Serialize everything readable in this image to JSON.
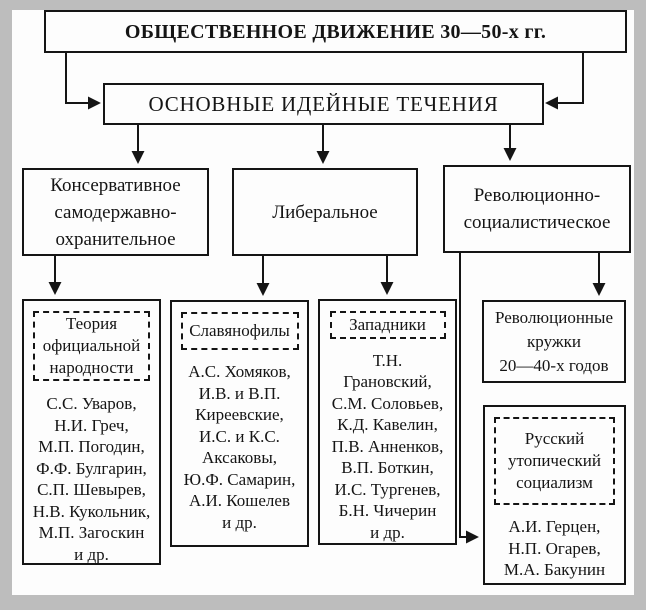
{
  "colors": {
    "frame": "#bdbdbd",
    "panel": "#fdfdfd",
    "line": "#151515"
  },
  "top_box": {
    "title": "ОБЩЕСТВЕННОЕ ДВИЖЕНИЕ 30—50-х гг."
  },
  "main_box": {
    "title": "ОСНОВНЫЕ ИДЕЙНЫЕ ТЕЧЕНИЯ"
  },
  "branches": {
    "conservative": {
      "lines": [
        "Консервативное",
        "самодержавно-",
        "охранительное"
      ]
    },
    "liberal": {
      "lines": [
        "Либеральное"
      ]
    },
    "revolutionary": {
      "lines": [
        "Революционно-",
        "социалистическое"
      ]
    }
  },
  "groups": {
    "official_nationality": {
      "header_lines": [
        "Теория",
        "официальной",
        "народности"
      ],
      "members": [
        "С.С. Уваров,",
        "Н.И. Греч,",
        "М.П. Погодин,",
        "Ф.Ф. Булгарин,",
        "С.П. Шевырев,",
        "Н.В. Кукольник,",
        "М.П. Загоскин",
        "и др."
      ]
    },
    "slavophiles": {
      "header_lines": [
        "Славянофилы"
      ],
      "members": [
        "А.С. Хомяков,",
        "И.В. и В.П.",
        "Киреевские,",
        "И.С. и К.С.",
        "Аксаковы,",
        "Ю.Ф. Самарин,",
        "А.И. Кошелев",
        "и др."
      ]
    },
    "westernizers": {
      "header_lines": [
        "Западники"
      ],
      "members": [
        "Т.Н.",
        "Грановский,",
        "С.М. Соловьев,",
        "К.Д. Кавелин,",
        "П.В. Анненков,",
        "В.П. Боткин,",
        "И.С. Тургенев,",
        "Б.Н. Чичерин",
        "и др."
      ]
    },
    "revolutionary_circles": {
      "lines": [
        "Революционные",
        "кружки",
        "20—40-х годов"
      ]
    },
    "utopian_socialism": {
      "header_lines": [
        "Русский",
        "утопический",
        "социализм"
      ],
      "members": [
        "А.И. Герцен,",
        "Н.П. Огарев,",
        "М.А. Бакунин"
      ]
    }
  }
}
